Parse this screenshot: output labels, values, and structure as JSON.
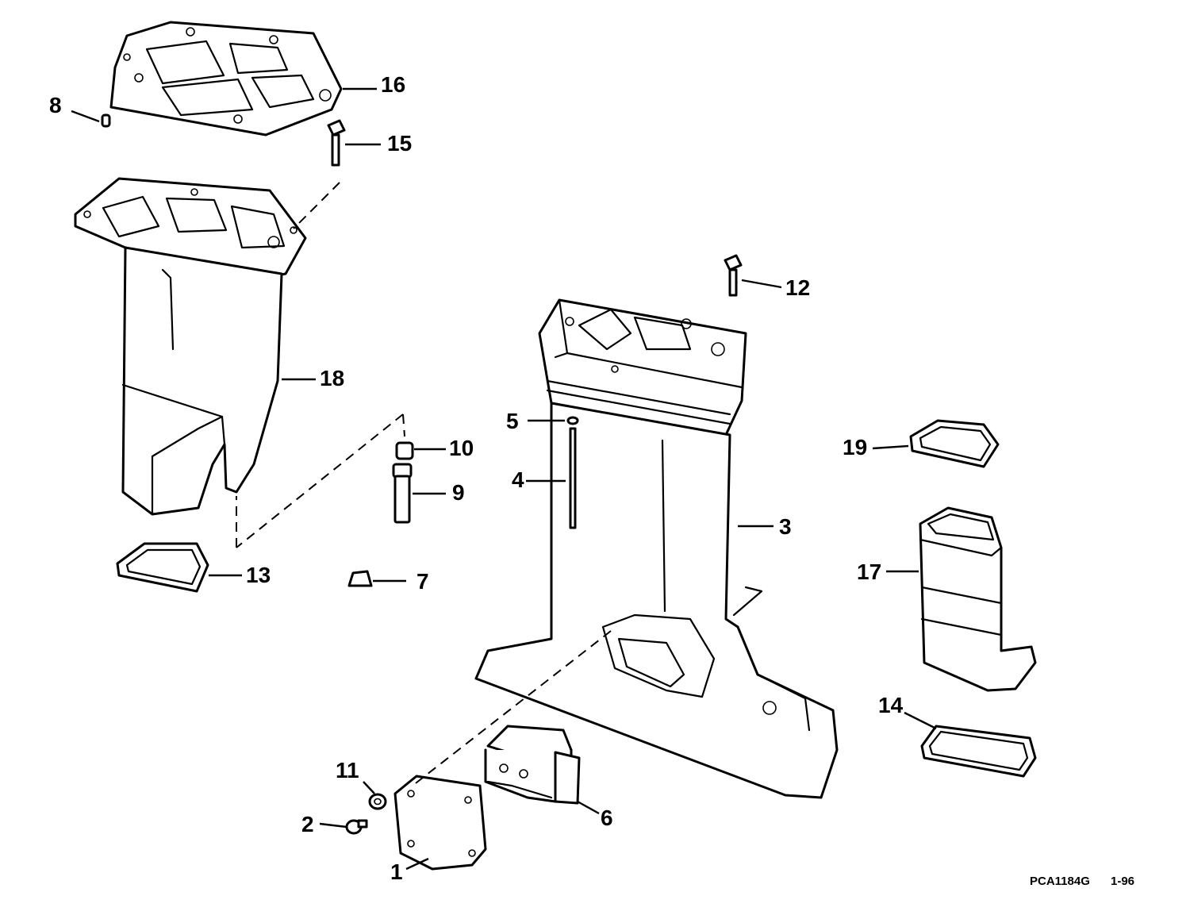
{
  "callouts": {
    "c1": "1",
    "c2": "2",
    "c3": "3",
    "c4": "4",
    "c5": "5",
    "c6": "6",
    "c7": "7",
    "c8": "8",
    "c9": "9",
    "c10": "10",
    "c11": "11",
    "c12": "12",
    "c13": "13",
    "c14": "14",
    "c15": "15",
    "c16": "16",
    "c17": "17",
    "c18": "18",
    "c19": "19"
  },
  "footer": {
    "drawing_code": "PCA1184G",
    "date": "1-96"
  }
}
